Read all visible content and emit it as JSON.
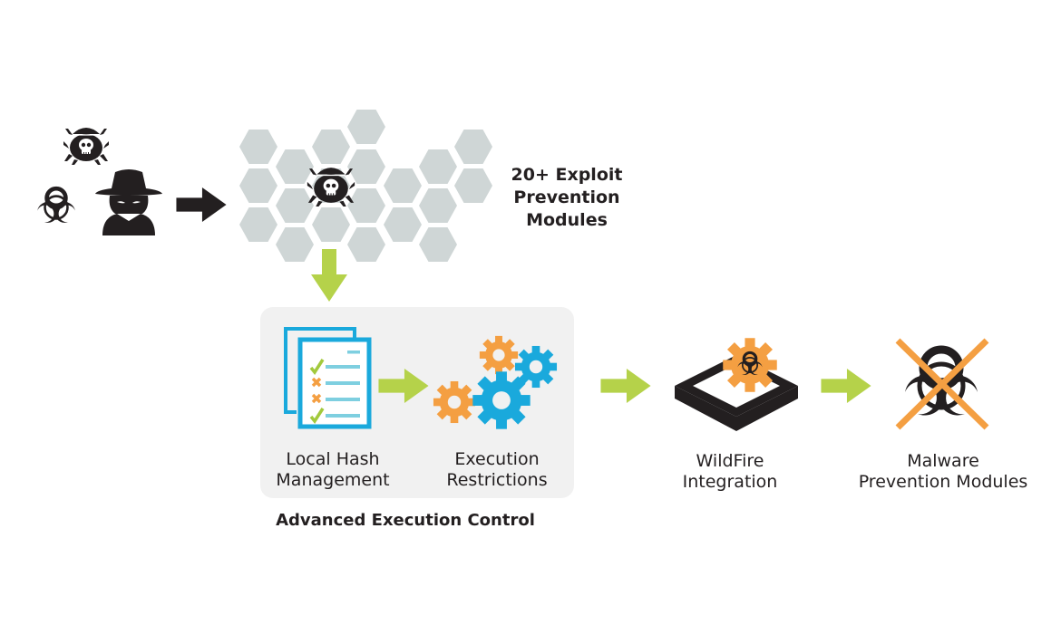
{
  "colors": {
    "threat_black": "#231f20",
    "hex_gray": "#cfd6d6",
    "arrow_green": "#b5d24a",
    "accent_blue": "#1aa9dc",
    "accent_orange": "#f49f42",
    "list_line_blue": "#7ecfe0",
    "check_green": "#a2c93c",
    "panel_bg": "#f1f1f1"
  },
  "threats": {
    "icons": [
      "spider-skull-icon",
      "biohazard-icon",
      "hacker-spy-icon"
    ]
  },
  "exploit_prevention": {
    "label_lines": [
      "20+ Exploit",
      "Prevention",
      "Modules"
    ]
  },
  "advanced_execution_control": {
    "title": "Advanced Execution Control",
    "local_hash": {
      "label_lines": [
        "Local Hash",
        "Management"
      ],
      "list_marks": [
        "check",
        "cross",
        "cross",
        "check"
      ]
    },
    "execution_restrictions": {
      "label_lines": [
        "Execution",
        "Restrictions"
      ]
    }
  },
  "wildfire": {
    "label_lines": [
      "WildFire",
      "Integration"
    ]
  },
  "malware_prevention": {
    "label_lines": [
      "Malware",
      "Prevention Modules"
    ]
  }
}
